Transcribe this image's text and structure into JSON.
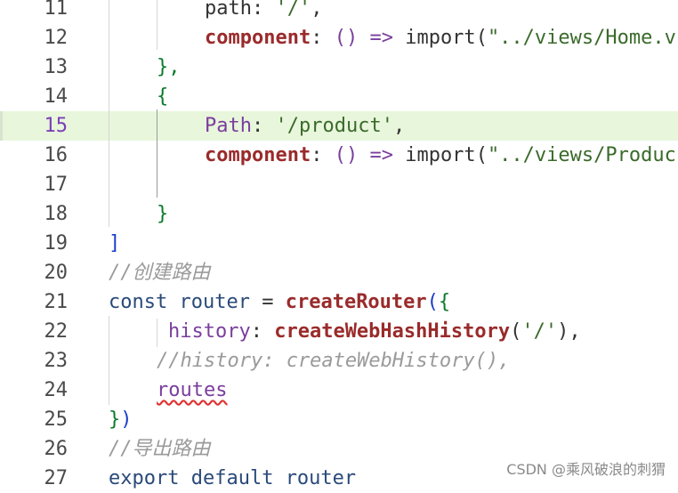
{
  "editor": {
    "lines": [
      {
        "num": "11",
        "tokens": [
          {
            "t": "path",
            "c": "t-plain"
          },
          {
            "t": ": ",
            "c": "t-plain"
          },
          {
            "t": "'/'",
            "c": "t-str"
          },
          {
            "t": ",",
            "c": "t-plain"
          }
        ]
      },
      {
        "num": "12",
        "tokens": [
          {
            "t": "component",
            "c": "t-fn"
          },
          {
            "t": ": ",
            "c": "t-plain"
          },
          {
            "t": "() => ",
            "c": "t-op"
          },
          {
            "t": "import",
            "c": "t-plain"
          },
          {
            "t": "(",
            "c": "t-plain"
          },
          {
            "t": "\"../views/Home.v",
            "c": "t-str"
          }
        ]
      },
      {
        "num": "13",
        "tokens": [
          {
            "t": "},",
            "c": "t-brace"
          }
        ]
      },
      {
        "num": "14",
        "tokens": [
          {
            "t": "{",
            "c": "t-brace"
          }
        ]
      },
      {
        "num": "15",
        "tokens": [
          {
            "t": "Path",
            "c": "t-op"
          },
          {
            "t": ": ",
            "c": "t-plain"
          },
          {
            "t": "'/product'",
            "c": "t-str"
          },
          {
            "t": ",",
            "c": "t-plain"
          }
        ]
      },
      {
        "num": "16",
        "tokens": [
          {
            "t": "component",
            "c": "t-fn"
          },
          {
            "t": ": ",
            "c": "t-plain"
          },
          {
            "t": "() => ",
            "c": "t-op"
          },
          {
            "t": "import",
            "c": "t-plain"
          },
          {
            "t": "(",
            "c": "t-plain"
          },
          {
            "t": "\"../views/Produc",
            "c": "t-str"
          }
        ]
      },
      {
        "num": "17",
        "tokens": []
      },
      {
        "num": "18",
        "tokens": [
          {
            "t": "}",
            "c": "t-brace"
          }
        ]
      },
      {
        "num": "19",
        "tokens": [
          {
            "t": "]",
            "c": "t-bracket"
          }
        ]
      },
      {
        "num": "20",
        "tokens": [
          {
            "t": "//创建路由",
            "c": "t-comment"
          }
        ]
      },
      {
        "num": "21",
        "tokens": [
          {
            "t": "const ",
            "c": "t-kw"
          },
          {
            "t": "router",
            "c": "t-kw"
          },
          {
            "t": " = ",
            "c": "t-plain"
          },
          {
            "t": "createRouter",
            "c": "t-fn"
          },
          {
            "t": "(",
            "c": "t-bracket"
          },
          {
            "t": "{",
            "c": "t-brace"
          }
        ]
      },
      {
        "num": "22",
        "tokens": [
          {
            "t": "history",
            "c": "t-op"
          },
          {
            "t": ": ",
            "c": "t-plain"
          },
          {
            "t": "createWebHashHistory",
            "c": "t-fn"
          },
          {
            "t": "(",
            "c": "t-plain"
          },
          {
            "t": "'/'",
            "c": "t-str"
          },
          {
            "t": "),",
            "c": "t-plain"
          }
        ]
      },
      {
        "num": "23",
        "tokens": [
          {
            "t": "//history: createWebHistory(),",
            "c": "t-comment"
          }
        ]
      },
      {
        "num": "24",
        "tokens": [
          {
            "t": "routes",
            "c": "t-op t-err"
          }
        ]
      },
      {
        "num": "25",
        "tokens": [
          {
            "t": "}",
            "c": "t-brace"
          },
          {
            "t": ")",
            "c": "t-bracket"
          }
        ]
      },
      {
        "num": "26",
        "tokens": [
          {
            "t": "//导出路由",
            "c": "t-comment"
          }
        ]
      },
      {
        "num": "27",
        "tokens": [
          {
            "t": "export ",
            "c": "t-kw"
          },
          {
            "t": "default ",
            "c": "t-kw"
          },
          {
            "t": "router",
            "c": "t-kw"
          }
        ]
      }
    ]
  },
  "watermark": "CSDN @乘风破浪的刺猬"
}
